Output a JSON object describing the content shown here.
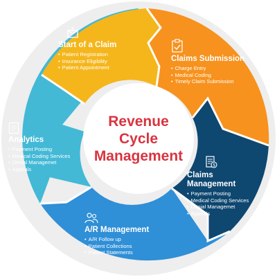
{
  "center": {
    "line1": "Revenue",
    "line2": "Cycle",
    "line3": "Management"
  },
  "colors": {
    "center_text": "#d8343f",
    "start": "#f5b61c",
    "submission": "#f7921e",
    "claims": "#0e4770",
    "ar": "#2f8fd7",
    "analytics": "#43b9d6"
  },
  "segments": {
    "start": {
      "icon": "envelope-dollar-icon",
      "title": "Start of a Claim",
      "items": [
        "Patient Registration",
        "Insurance Eligibility",
        "Patient Appointment"
      ]
    },
    "submission": {
      "icon": "clipboard-check-icon",
      "title": "Claims Submission",
      "items": [
        "Charge Entry",
        "Medical Coding",
        "Timely Claim Submission"
      ]
    },
    "claims": {
      "icon": "document-dollar-icon",
      "title1": "Claims",
      "title2": "Management",
      "items": [
        "Payment Posting",
        "Medical Coding Services",
        "Denial Managemet",
        "Appeals"
      ]
    },
    "ar": {
      "icon": "people-icon",
      "title": "A/R Management",
      "items": [
        "A/R Follow up",
        "Patient Collections",
        "Patient Statements"
      ]
    },
    "analytics": {
      "icon": "report-icon",
      "title": "Analytics",
      "items": [
        "Payment Posting",
        "Medical Coding Services",
        "Denial Managemet",
        "Appeals"
      ]
    }
  }
}
